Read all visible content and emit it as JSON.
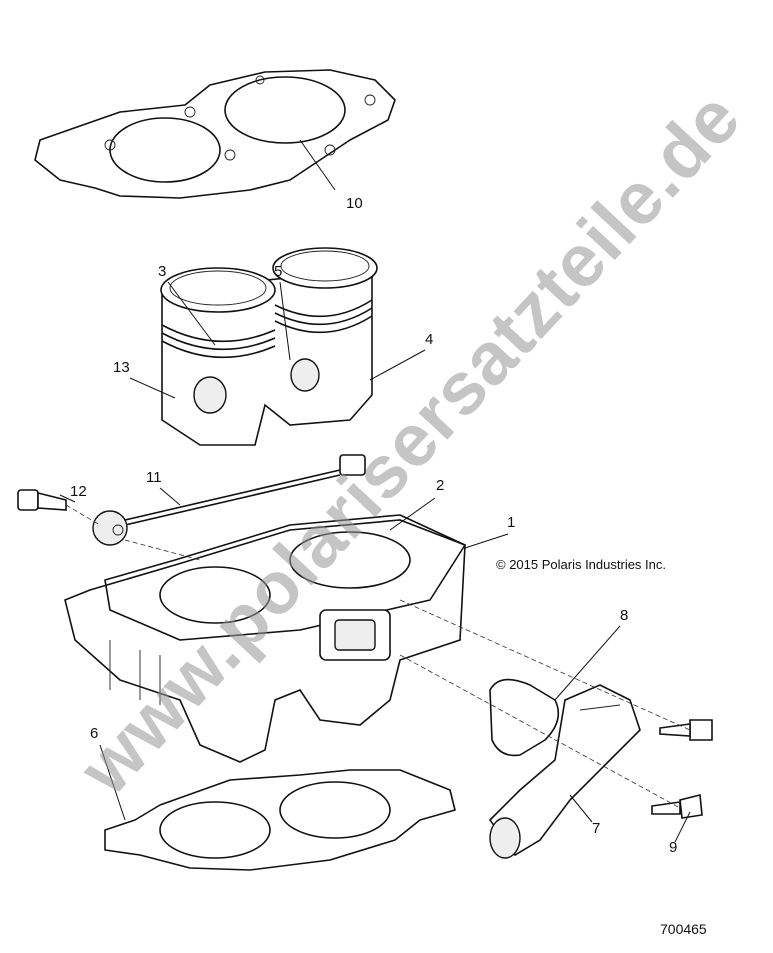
{
  "diagram": {
    "callouts": [
      {
        "id": "10",
        "label": "10"
      },
      {
        "id": "3",
        "label": "3"
      },
      {
        "id": "5",
        "label": "5"
      },
      {
        "id": "4",
        "label": "4"
      },
      {
        "id": "13",
        "label": "13"
      },
      {
        "id": "12",
        "label": "12"
      },
      {
        "id": "11",
        "label": "11"
      },
      {
        "id": "2",
        "label": "2"
      },
      {
        "id": "1",
        "label": "1"
      },
      {
        "id": "8",
        "label": "8"
      },
      {
        "id": "7",
        "label": "7"
      },
      {
        "id": "9",
        "label": "9"
      },
      {
        "id": "6",
        "label": "6"
      }
    ],
    "copyright": "© 2015 Polaris Industries Inc.",
    "diagram_number": "700465",
    "watermark": "www.polarisersatzteile.de"
  }
}
